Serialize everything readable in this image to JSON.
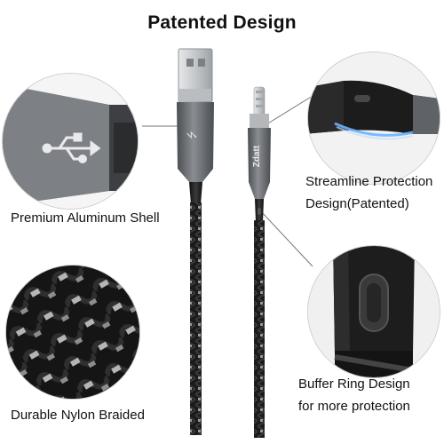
{
  "title": "Patented Design",
  "labels": {
    "aluminum_shell": "Premium Aluminum Shell",
    "nylon_braided": "Durable Nylon Braided",
    "streamline_line1": "Streamline Protection",
    "streamline_line2": "Design(Patented)",
    "buffer_line1": "Buffer Ring Design",
    "buffer_line2": "for more protection"
  },
  "brand_text": "Zdatt",
  "colors": {
    "cable_black": "#1a1a1a",
    "aluminum_gray": "#6f7277",
    "lightning_silver": "#d9dcde",
    "glow_blue": "#5aa9ff"
  },
  "icons": {
    "usb_symbol": "usb-icon"
  }
}
